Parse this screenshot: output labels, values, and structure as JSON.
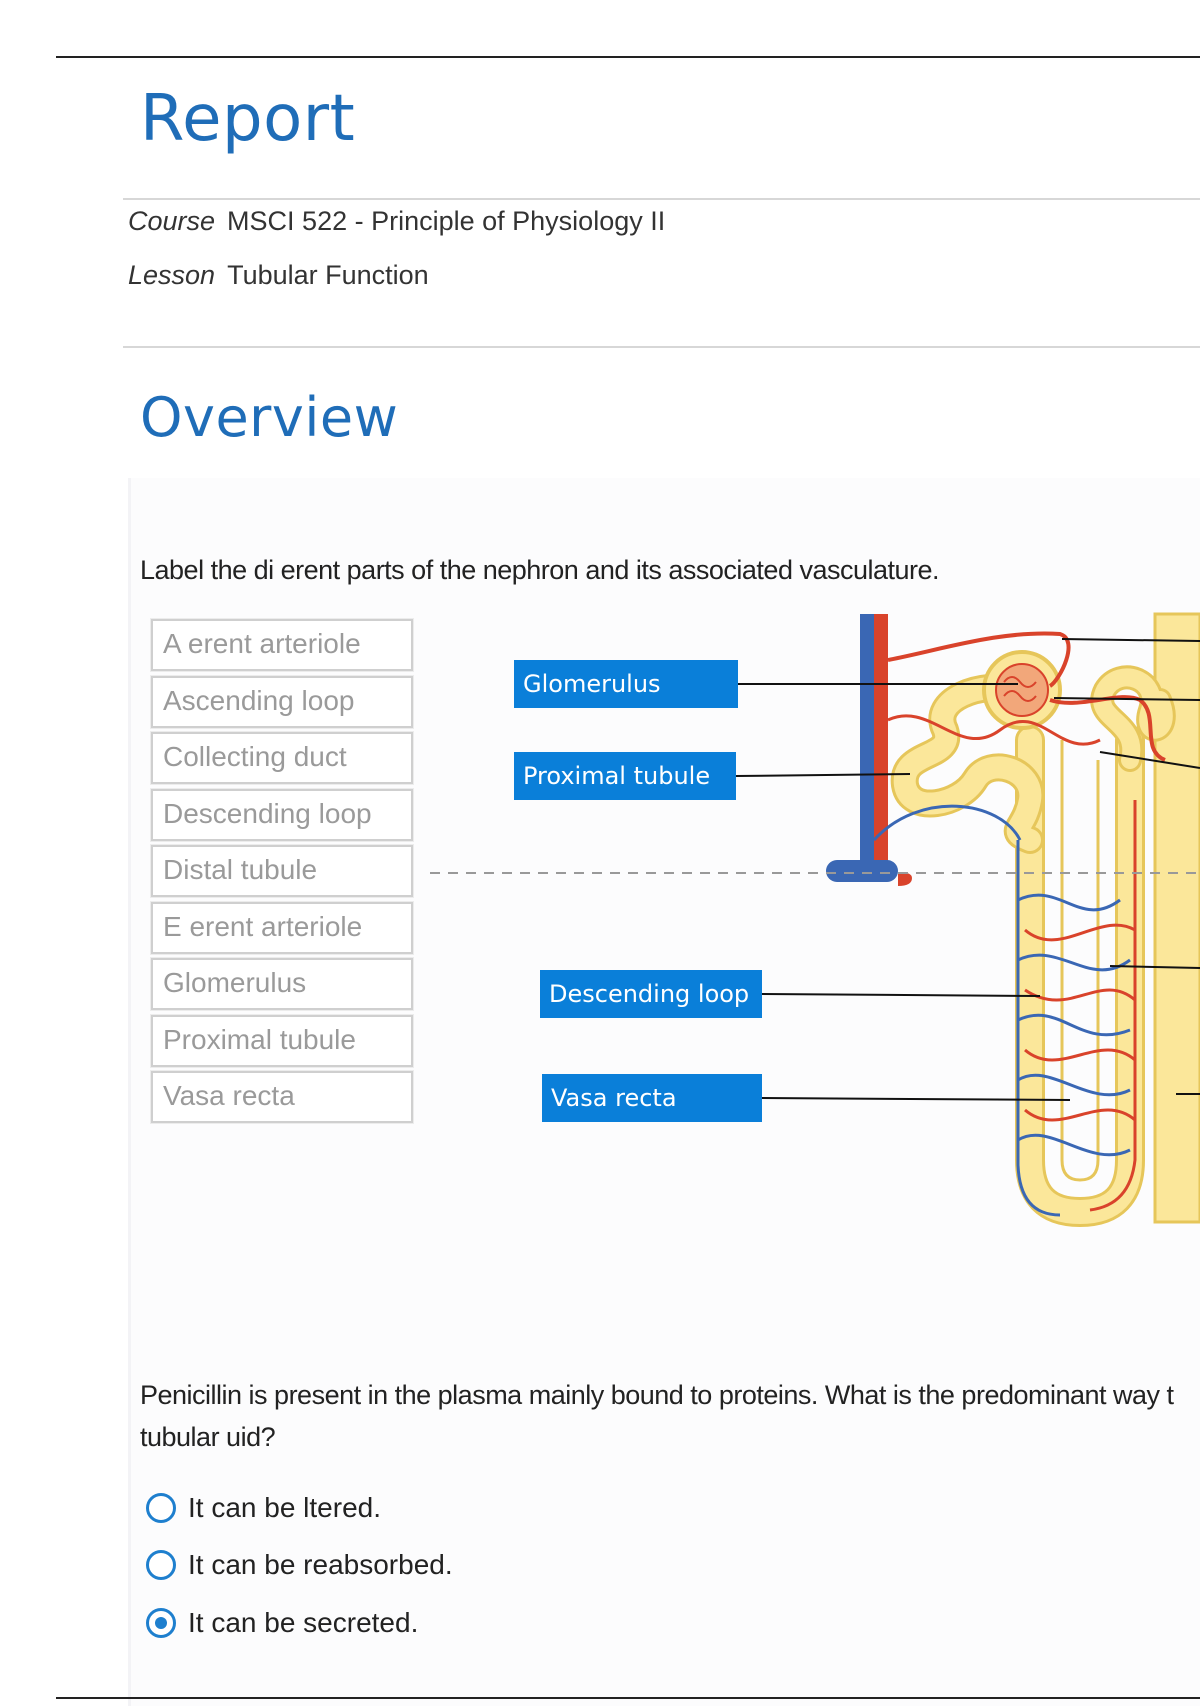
{
  "report": {
    "title": "Report",
    "course_label": "Course",
    "course_value": "MSCI 522 - Principle of Physiology II",
    "lesson_label": "Lesson",
    "lesson_value": "Tubular Function"
  },
  "overview": {
    "title": "Overview"
  },
  "question1": {
    "prompt": "Label the di  erent parts of the nephron and its associated vasculature.",
    "word_bank": [
      "A  erent arteriole",
      "Ascending loop",
      "Collecting duct",
      "Descending loop",
      "Distal tubule",
      "E  erent arteriole",
      "Glomerulus",
      "Proximal tubule",
      "Vasa recta"
    ],
    "placed_labels": {
      "glomerulus": "Glomerulus",
      "proximal_tubule": "Proximal tubule",
      "descending_loop": "Descending loop",
      "vasa_recta": "Vasa recta"
    }
  },
  "question2": {
    "prompt_line1": "Penicillin is present in the plasma mainly bound to proteins. What is the predominant way t",
    "prompt_line2": "tubular  uid?",
    "options": [
      {
        "label": "It can be  ltered.",
        "selected": false
      },
      {
        "label": "It can be reabsorbed.",
        "selected": false
      },
      {
        "label": "It can be secreted.",
        "selected": true
      }
    ]
  },
  "colors": {
    "title_blue": "#1f6db8",
    "label_blue": "#0a7fd9",
    "radio_blue": "#1e7fce",
    "artery_red": "#d9432b",
    "vein_blue": "#3a67b4",
    "tubule_yellow": "#fbe79a"
  }
}
